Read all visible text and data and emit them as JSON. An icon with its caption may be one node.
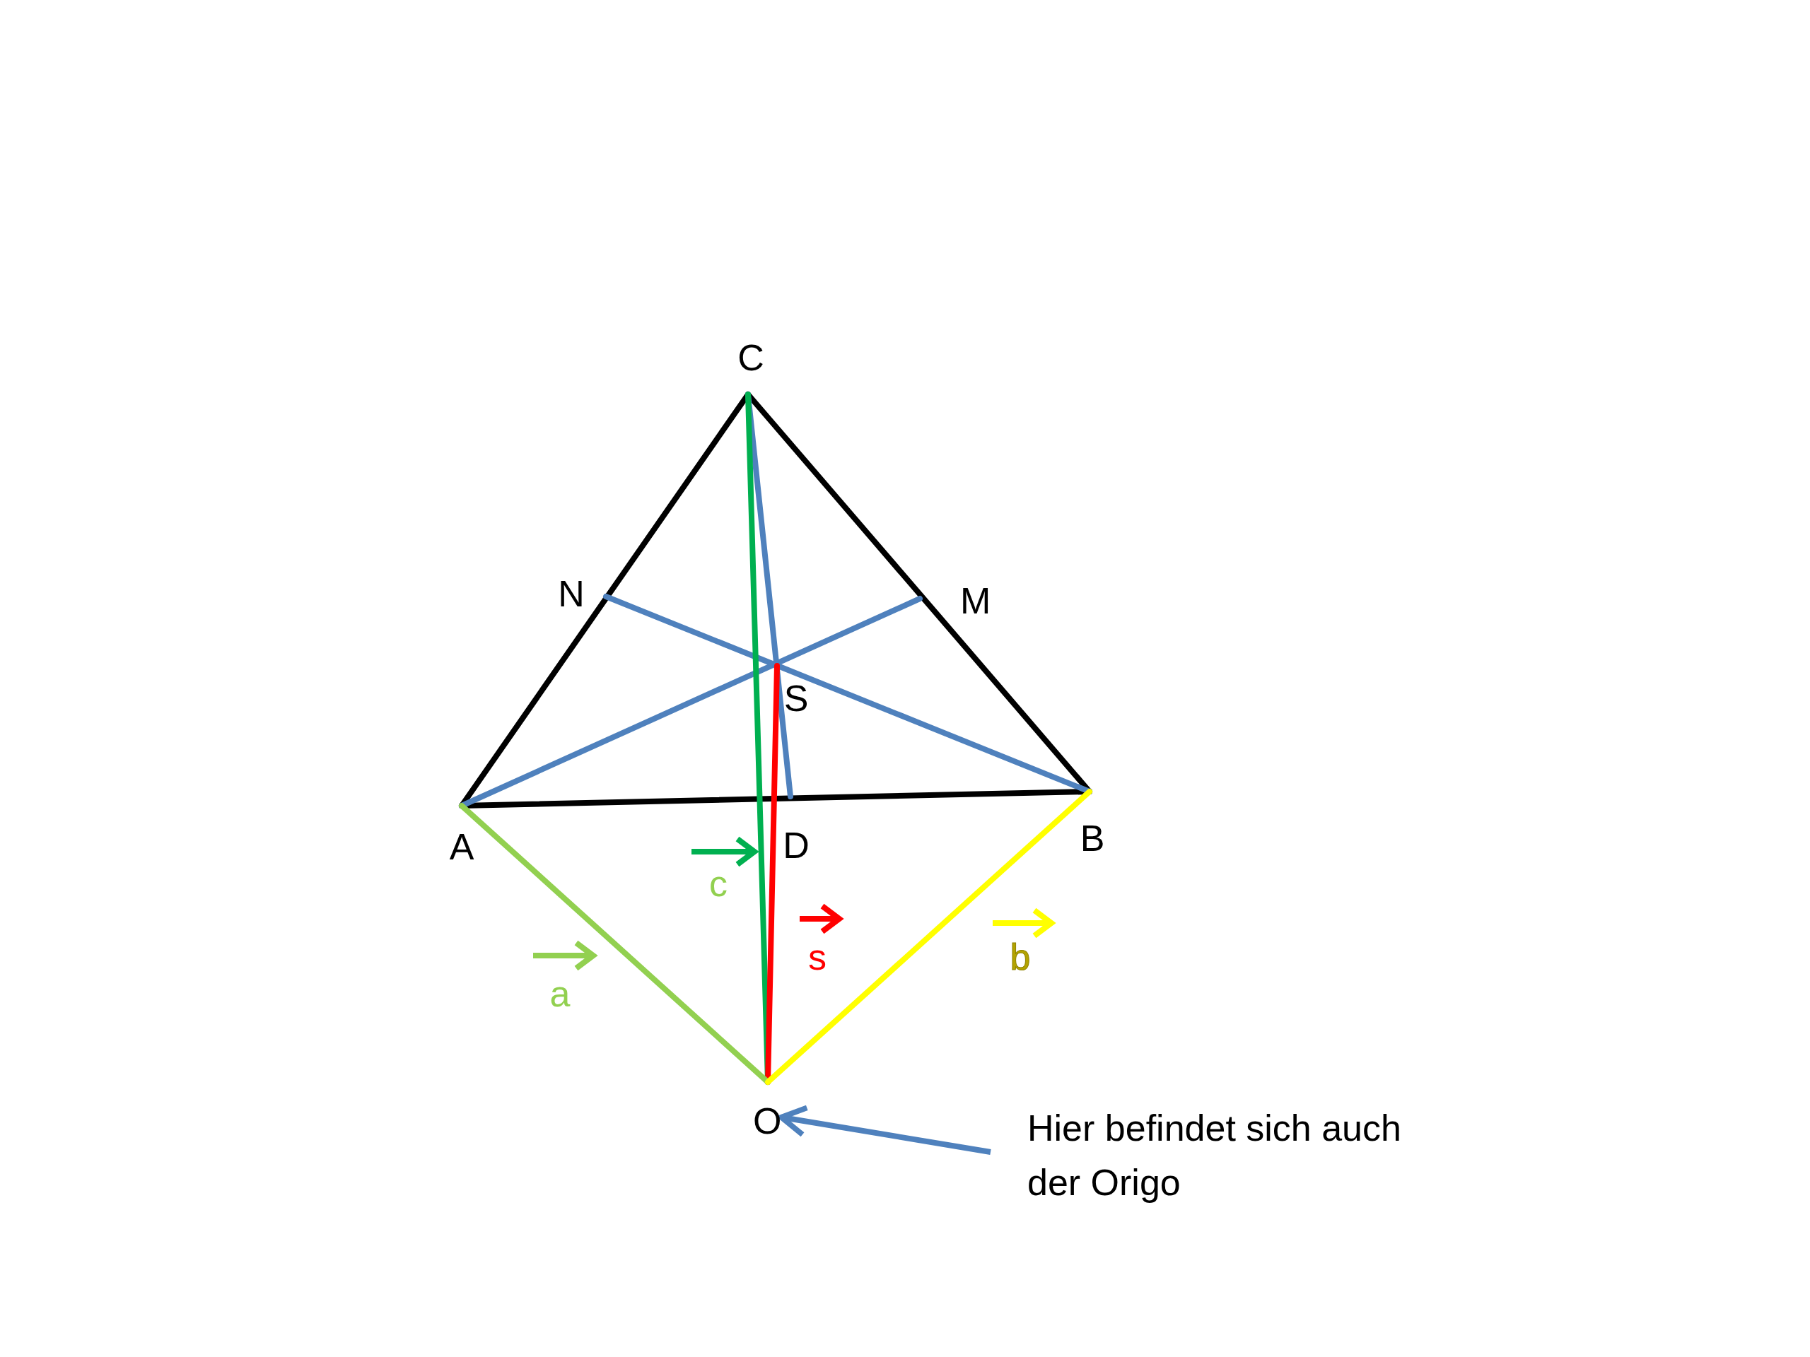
{
  "diagram": {
    "nodes": [
      {
        "text": [
          "C"
        ]
      },
      {
        "text": [
          "N"
        ]
      },
      {
        "text": [
          "M"
        ]
      },
      {
        "text": [
          "S"
        ]
      },
      {
        "text": [
          "A"
        ]
      },
      {
        "text": [
          "D"
        ]
      },
      {
        "text": [
          "B"
        ]
      },
      {
        "text": [
          "O"
        ]
      },
      {
        "text": [
          "Hier befindet sich auch der Origo"
        ]
      }
    ],
    "edges": [
      {
        "from": 0,
        "to": 4,
        "arrow": "none",
        "color": "#000000"
      },
      {
        "from": 0,
        "to": 6,
        "arrow": "none",
        "color": "#000000"
      },
      {
        "from": 4,
        "to": 6,
        "arrow": "none",
        "color": "#000000"
      },
      {
        "from": 4,
        "to": 2,
        "arrow": "none",
        "color": "#4f81bd"
      },
      {
        "from": 6,
        "to": 1,
        "arrow": "none",
        "color": "#4f81bd"
      },
      {
        "from": 0,
        "to": 5,
        "arrow": "none",
        "color": "#4f81bd"
      },
      {
        "from": 0,
        "to": 7,
        "arrow": "none",
        "color": "#00b050"
      },
      {
        "from": 7,
        "to": 3,
        "arrow": "none",
        "color": "#ff0000"
      },
      {
        "from": 7,
        "to": 4,
        "arrow": "none",
        "color": "#92d050"
      },
      {
        "from": 7,
        "to": 6,
        "arrow": "none",
        "color": "#ffff00"
      },
      {
        "from": 8,
        "to": 7,
        "arrow": "to",
        "color": "#4f81bd"
      }
    ],
    "labels": [
      "c",
      "s",
      "b",
      "a"
    ]
  }
}
